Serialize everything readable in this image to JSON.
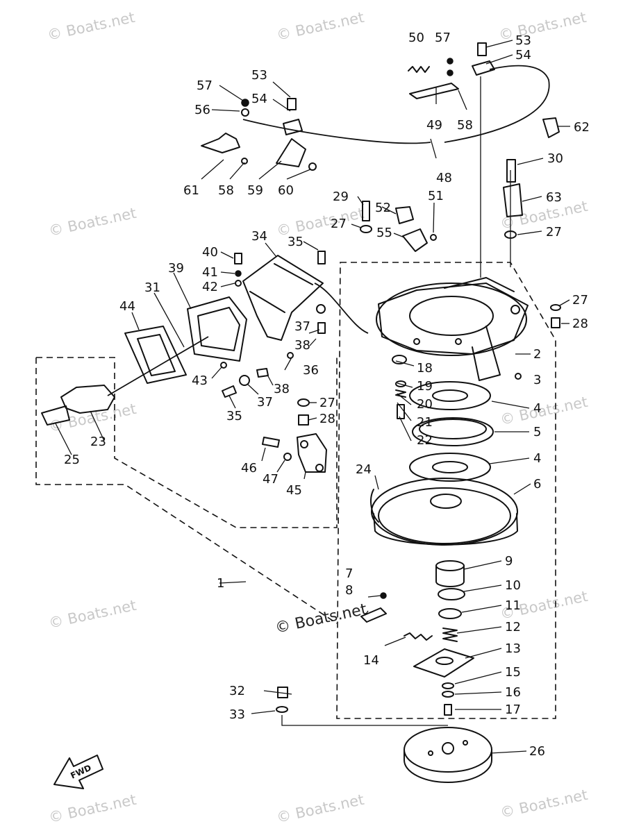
{
  "watermark": {
    "text": "© Boats.net",
    "center_text": "© Boats.net"
  },
  "fwd_label": "FWD",
  "callouts": {
    "c1": "1",
    "c2": "2",
    "c3": "3",
    "c4a": "4",
    "c4b": "4",
    "c5": "5",
    "c6": "6",
    "c7": "7",
    "c8": "8",
    "c9": "9",
    "c10": "10",
    "c11": "11",
    "c12": "12",
    "c13": "13",
    "c14": "14",
    "c15": "15",
    "c16": "16",
    "c17": "17",
    "c18": "18",
    "c19": "19",
    "c20": "20",
    "c21": "21",
    "c22": "22",
    "c23": "23",
    "c24": "24",
    "c25": "25",
    "c26": "26",
    "c27a": "27",
    "c27b": "27",
    "c27c": "27",
    "c27d": "27",
    "c28a": "28",
    "c28b": "28",
    "c29": "29",
    "c30": "30",
    "c31": "31",
    "c32": "32",
    "c33": "33",
    "c34": "34",
    "c35a": "35",
    "c35b": "35",
    "c36": "36",
    "c37a": "37",
    "c37b": "37",
    "c38a": "38",
    "c38b": "38",
    "c39": "39",
    "c40": "40",
    "c41": "41",
    "c42": "42",
    "c43": "43",
    "c44": "44",
    "c45": "45",
    "c46": "46",
    "c47": "47",
    "c48": "48",
    "c49": "49",
    "c50": "50",
    "c51": "51",
    "c52": "52",
    "c53a": "53",
    "c53b": "53",
    "c54a": "54",
    "c54b": "54",
    "c55": "55",
    "c56": "56",
    "c57a": "57",
    "c57b": "57",
    "c58a": "58",
    "c58b": "58",
    "c59": "59",
    "c60": "60",
    "c61": "61",
    "c62": "62",
    "c63": "63"
  }
}
